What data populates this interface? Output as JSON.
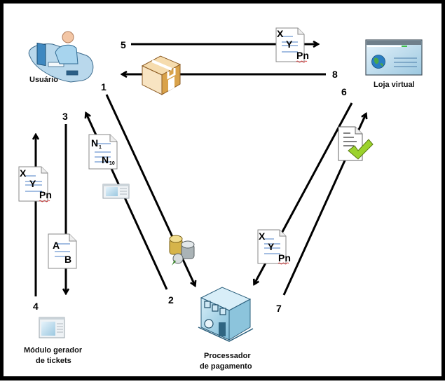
{
  "nodes": {
    "user": {
      "label": "Usuário"
    },
    "store": {
      "label": "Loja virtual"
    },
    "ticket_module": {
      "label_line1": "Módulo gerador",
      "label_line2": "de tickets"
    },
    "payment_processor": {
      "label_line1": "Processador",
      "label_line2": "de pagamento"
    }
  },
  "steps": [
    "1",
    "2",
    "3",
    "4",
    "5",
    "6",
    "7",
    "8"
  ],
  "documents": {
    "order_doc": {
      "line1": "X",
      "line2": "Y",
      "line3": "Pn"
    },
    "ticket_request_doc": {
      "line1": "A",
      "line2": "B"
    },
    "tickets_doc": {
      "line1": "N",
      "line1_sub": "1",
      "line2": "N",
      "line2_sub": "10"
    }
  },
  "colors": {
    "arrow": "#000000",
    "doc_line": "#4a7cc4",
    "check": "#9bd22c",
    "box": "#e8b865",
    "building": "#a9d6ea",
    "coin_gold": "#e3c25a",
    "coin_silver": "#c9cfd1"
  }
}
